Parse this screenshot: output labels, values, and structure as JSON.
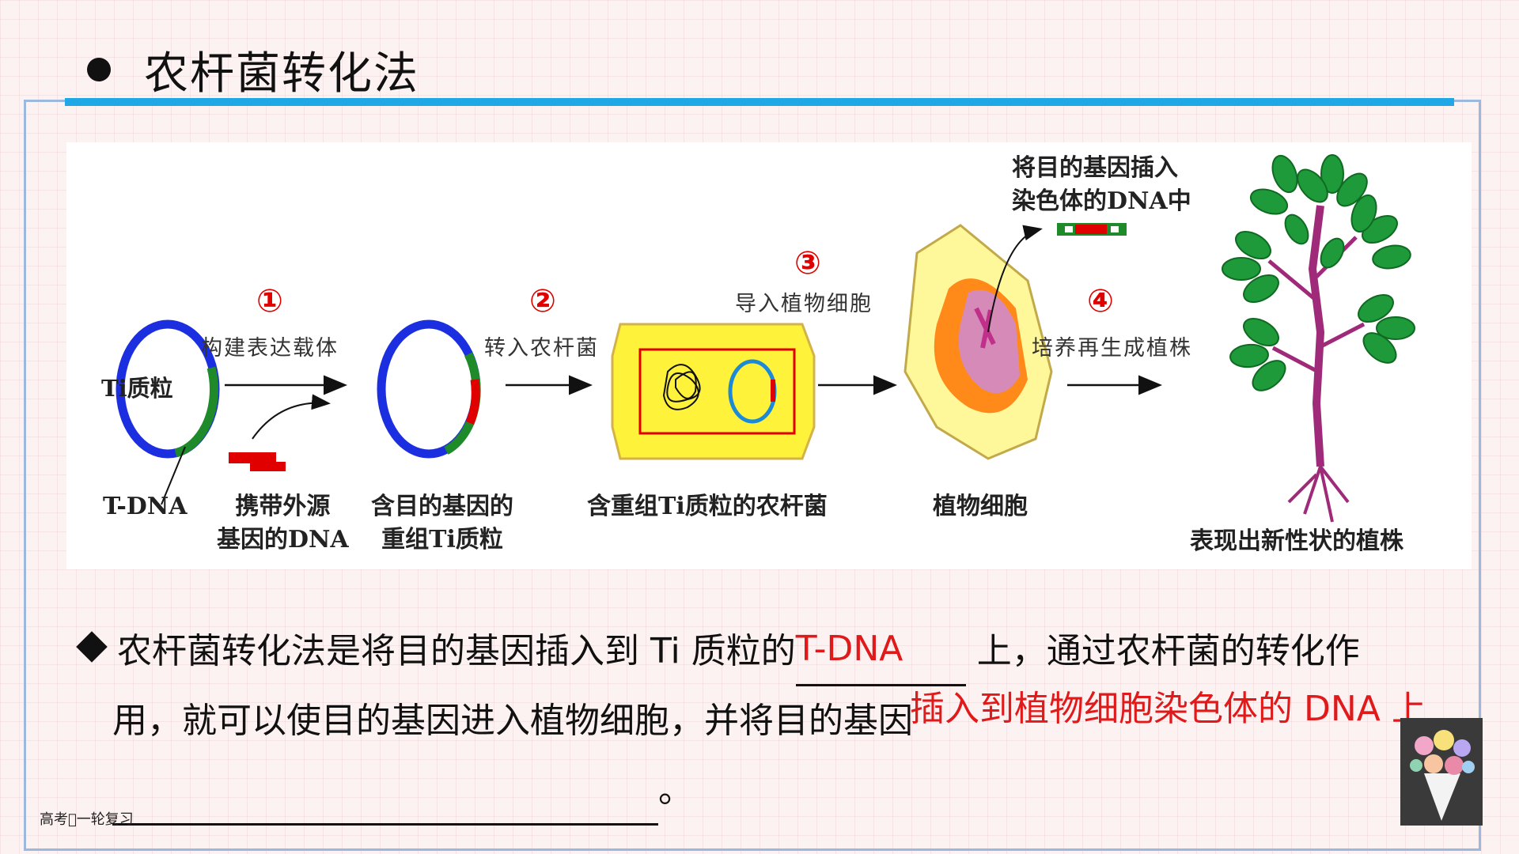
{
  "title": "农杆菌转化法",
  "figure": {
    "plasmid_label": "Ti质粒",
    "tdna_label": "T-DNA",
    "donor_label_1": "携带外源",
    "donor_label_2": "基因的DNA",
    "recomb_label_1": "含目的基因的",
    "recomb_label_2": "重组Ti质粒",
    "bacterium_label": "含重组Ti质粒的农杆菌",
    "plant_cell_label": "植物细胞",
    "plant_label": "表现出新性状的植株",
    "insert_label_1": "将目的基因插入",
    "insert_label_2": "染色体的DNA中",
    "steps": [
      {
        "num": "①",
        "label": "构建表达载体"
      },
      {
        "num": "②",
        "label": "转入农杆菌"
      },
      {
        "num": "③",
        "label": "导入植物细胞"
      },
      {
        "num": "④",
        "label": "培养再生成植株"
      }
    ]
  },
  "paragraph": {
    "part1": "农杆菌转化法是将目的基因插入到 Ti 质粒的",
    "answer1": "T-DNA",
    "part2": " 上，通过农杆菌的转化作",
    "part3": "用，就可以使目的基因进入植物细胞，并将目的基因",
    "answer2": "插入到植物细胞染色体的 DNA 上",
    "end": "。"
  },
  "footer": "高考\u0000一轮复习",
  "colors": {
    "accent": "#1fa7e6",
    "answer": "#e01a1a",
    "frame": "#9cb9dd"
  }
}
